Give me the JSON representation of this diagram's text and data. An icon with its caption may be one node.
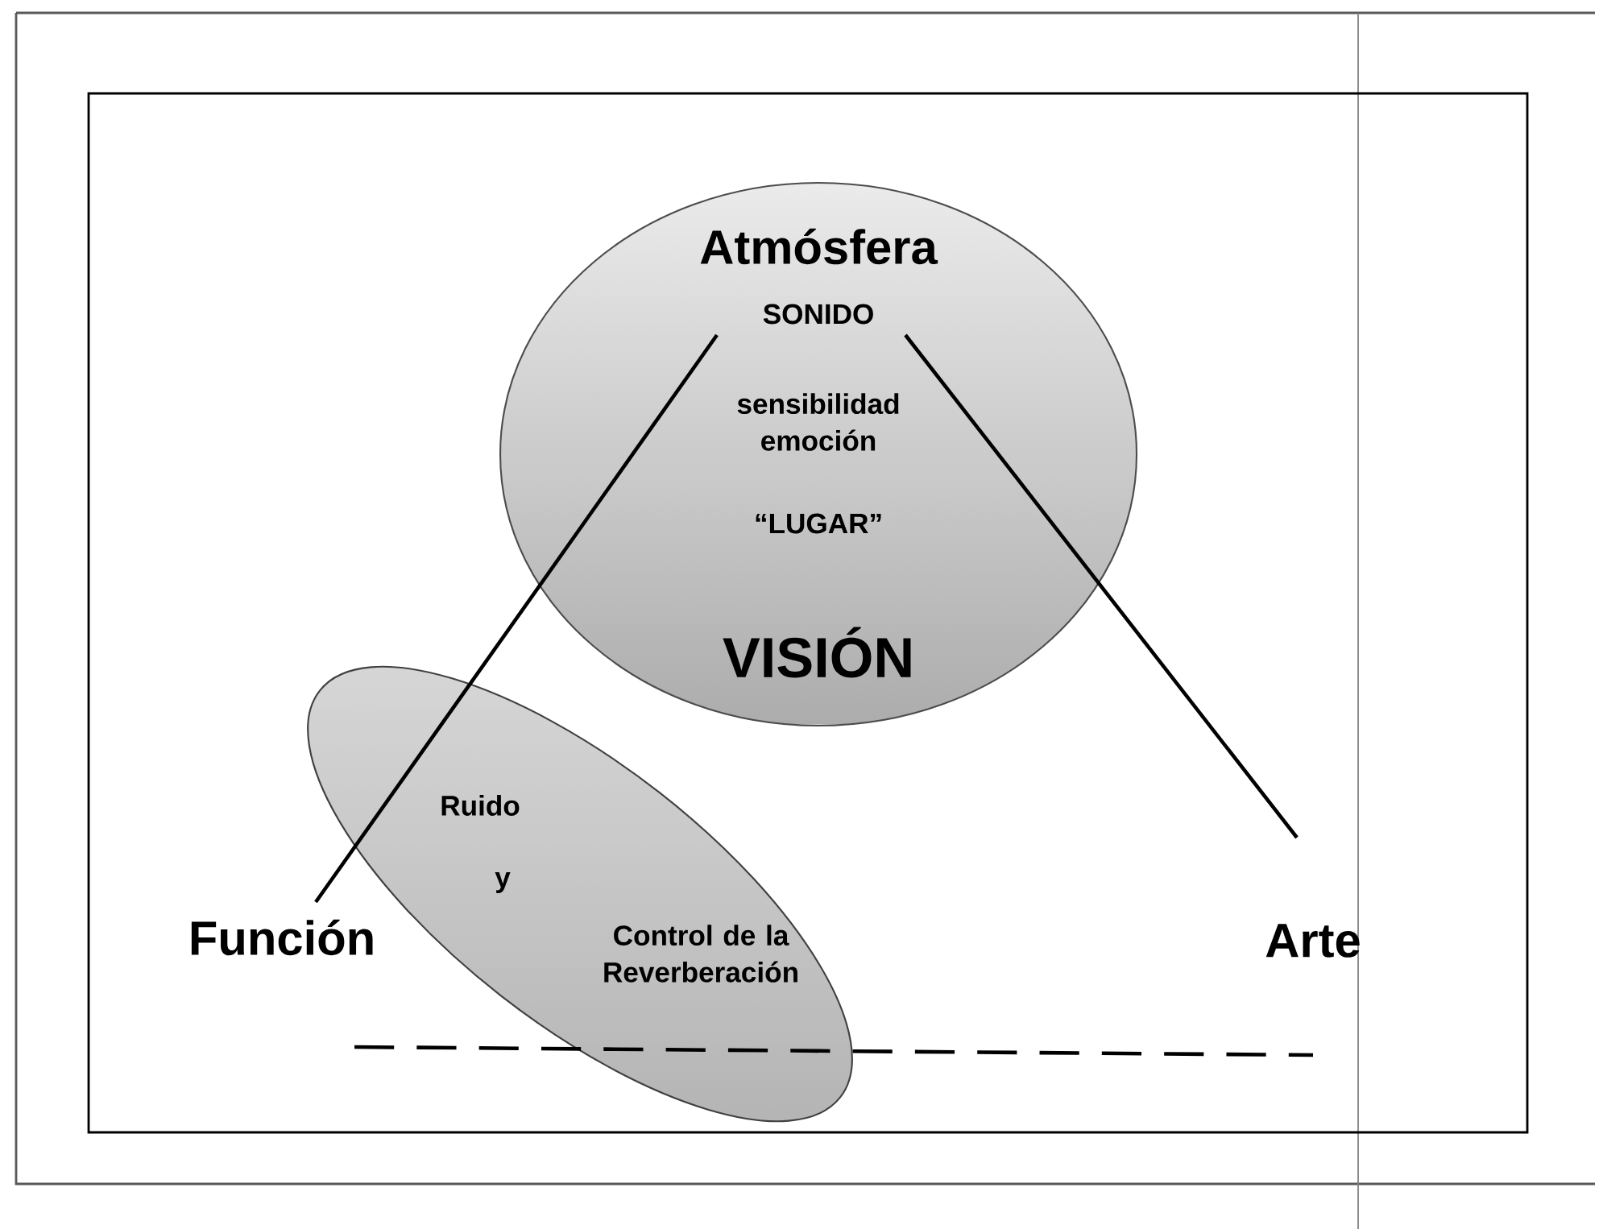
{
  "diagram": {
    "nodes": [
      {
        "text": [
          "Atmósfera",
          "SONIDO",
          "sensibilidad emoción",
          "“LUGAR”",
          "VISIÓN"
        ]
      },
      {
        "text": [
          "Ruido",
          "y",
          "Control de la Reverberación"
        ]
      },
      {
        "text": [
          "Función"
        ]
      },
      {
        "text": [
          "Arte"
        ]
      }
    ],
    "edges": [
      {
        "from": 0,
        "to": 2,
        "arrow": "none"
      },
      {
        "from": 0,
        "to": 3,
        "arrow": "none"
      },
      {
        "from": 2,
        "to": 3,
        "arrow": "none",
        "style": "dashed"
      }
    ]
  }
}
